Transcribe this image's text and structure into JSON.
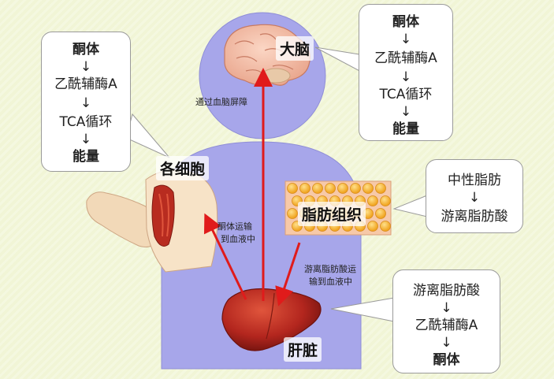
{
  "labels": {
    "brain": "大脑",
    "cells": "各细胞",
    "adipose": "脂肪组织",
    "liver": "肝脏"
  },
  "annotations": {
    "bbb": "通过血脑屏障",
    "ketone_transport_1": "酮体运输",
    "ketone_transport_2": "到血液中",
    "ffa_transport_1": "游离脂肪酸运",
    "ffa_transport_2": "输到血液中"
  },
  "callout_cells": {
    "step1": "酮体",
    "arrow1": "↓",
    "step2": "乙酰辅酶A",
    "arrow2": "↓",
    "step3": "TCA循环",
    "arrow3": "↓",
    "step4": "能量"
  },
  "callout_brain": {
    "step1": "酮体",
    "arrow1": "↓",
    "step2": "乙酰辅酶A",
    "arrow2": "↓",
    "step3": "TCA循环",
    "arrow3": "↓",
    "step4": "能量"
  },
  "callout_adipose": {
    "step1": "中性脂肪",
    "arrow1": "↓",
    "step2": "游离脂肪酸"
  },
  "callout_liver": {
    "step1": "游离脂肪酸",
    "arrow1": "↓",
    "step2": "乙酰辅酶A",
    "arrow2": "↓",
    "step3": "酮体"
  },
  "colors": {
    "body_shape": "#a7a6ea",
    "arrow": "#e01b1b",
    "liver": "#b3261e",
    "background": "#f1f5d6"
  }
}
